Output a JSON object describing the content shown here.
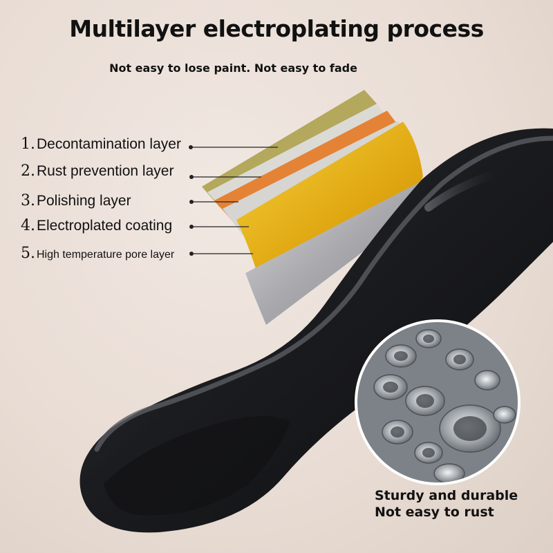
{
  "title": "Multilayer electroplating process",
  "subtitle": "Not easy to lose paint. Not easy to fade",
  "layers": [
    {
      "number": "1.",
      "label": "Decontamination layer"
    },
    {
      "number": "2.",
      "label": "Rust prevention layer"
    },
    {
      "number": "3.",
      "label": "Polishing layer"
    },
    {
      "number": "4.",
      "label": "Electroplated coating"
    },
    {
      "number": "5.",
      "label": "High temperature pore layer"
    }
  ],
  "features": {
    "line1": "Sturdy and durable",
    "line2": "Not easy to rust"
  },
  "colors": {
    "handle": "#1c1d20",
    "layer1": "#b0a35a",
    "layer2": "#d9d7d2",
    "layer3": "#e2813a",
    "layer4": "#e9b81e",
    "layer5": "#b8b8ba"
  },
  "images": {
    "handle": "black-cabinet-handle-image",
    "metal": "steel-tubes-image"
  }
}
